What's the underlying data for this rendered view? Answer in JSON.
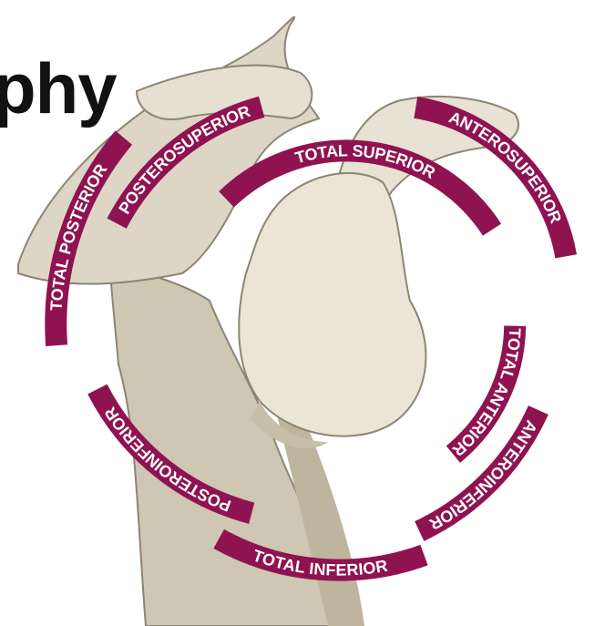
{
  "title": "phy",
  "colors": {
    "band": "#8f1350",
    "bone_light": "#ece6d8",
    "bone_mid": "#d8d0bf",
    "bone_shadow": "#bdb3a0",
    "text": "#ffffff"
  },
  "segments": {
    "total_superior": "TOTAL SUPERIOR",
    "total_anterior": "TOTAL ANTERIOR",
    "total_inferior": "TOTAL INFERIOR",
    "total_posterior": "TOTAL POSTERIOR",
    "anterosuperior": "ANTEROSUPERIOR",
    "anteroinferior": "ANTEROINFERIOR",
    "posteroinferior": "POSTEROINFERIOR",
    "posterosuperior": "POSTEROSUPERIOR"
  }
}
